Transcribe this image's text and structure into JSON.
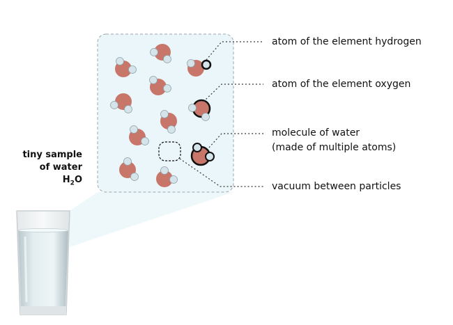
{
  "sample_label": {
    "line1": "tiny sample",
    "line2": "of water",
    "formula": "H",
    "formula_sub": "2",
    "formula_tail": "O"
  },
  "callouts": {
    "hydrogen": "atom of the element hydrogen",
    "oxygen": "atom of the element oxygen",
    "molecule_line1": "molecule of water",
    "molecule_line2": "(made of multiple atoms)",
    "vacuum": "vacuum between particles"
  },
  "colors": {
    "oxygen_atom": "#c9766a",
    "hydrogen_atom": "#d5e4ea",
    "zoom_region": "#eaf6f9",
    "zoom_border": "#9aa6ab",
    "water": "#d9e9ee"
  }
}
